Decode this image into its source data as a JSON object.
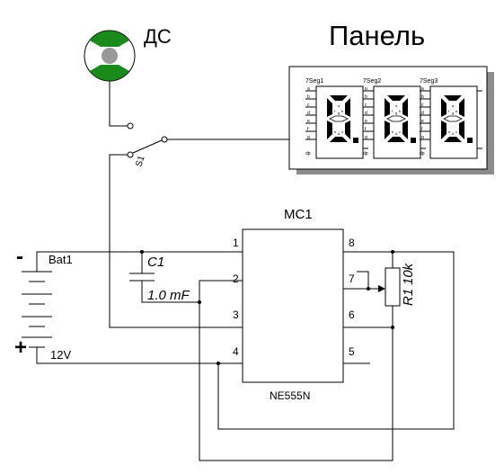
{
  "diagram": {
    "sensor_label": "ДС",
    "panel_label": "Панель",
    "switch_label": "S1",
    "battery": {
      "label": "Bat1",
      "voltage": "12V",
      "minus": "-",
      "plus": "+"
    },
    "capacitor": {
      "label": "C1",
      "value": "1.0 mF"
    },
    "resistor": {
      "label": "R1",
      "value": "10k"
    },
    "ic": {
      "label": "MC1",
      "part": "NE555N",
      "pins_left": [
        "1",
        "2",
        "3",
        "4"
      ],
      "pins_right": [
        "8",
        "7",
        "6",
        "5"
      ]
    },
    "displays": [
      {
        "label": "7Seg1"
      },
      {
        "label": "7Seg2"
      },
      {
        "label": "7Seg3"
      }
    ],
    "segment_pins_left": [
      "a",
      "b",
      "c",
      "d",
      "e",
      "f",
      "g"
    ],
    "segment_pins_bottom": [
      "dp"
    ],
    "segment_letters": [
      "a",
      "b",
      "c",
      "d",
      "e",
      "f",
      "g"
    ],
    "colors": {
      "sensor_green": "#1a8a1a",
      "sensor_hub": "#999999",
      "panel_shadow": "#8c8c8c"
    }
  }
}
